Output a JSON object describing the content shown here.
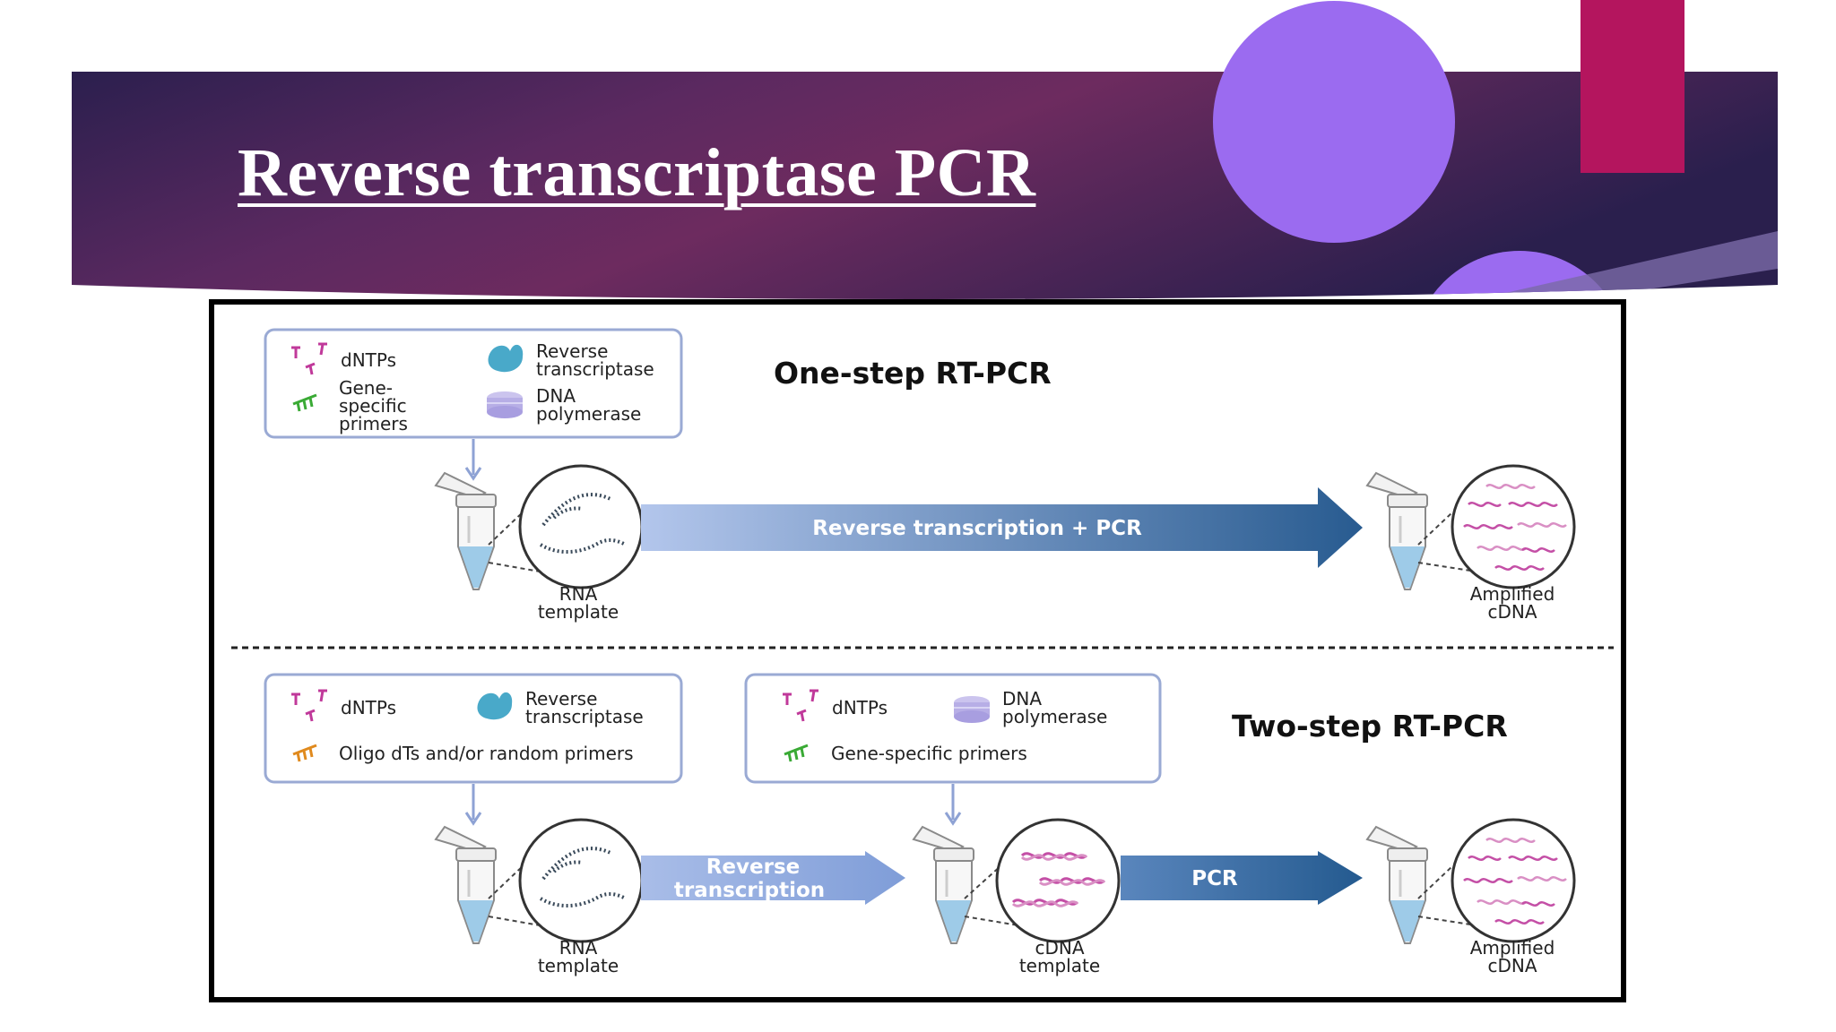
{
  "slide": {
    "title": "Reverse transcriptase PCR",
    "colors": {
      "banner_dark": "#2a1f4a",
      "banner_mid": "#6a2a62",
      "circle": "#9b6bf0",
      "accent_bar": "#b4155e"
    }
  },
  "diagram": {
    "one_step": {
      "heading": "One-step RT-PCR",
      "reagents": {
        "dntps": "dNTPs",
        "primers_lines": [
          "Gene-",
          "specific",
          "primers"
        ],
        "rt_lines": [
          "Reverse",
          "transcriptase"
        ],
        "pol_lines": [
          "DNA",
          "polymerase"
        ]
      },
      "arrow_label": "Reverse transcription + PCR",
      "start_label": [
        "RNA",
        "template"
      ],
      "end_label": [
        "Amplified",
        "cDNA"
      ]
    },
    "two_step": {
      "heading": "Two-step RT-PCR",
      "reagents_rt": {
        "dntps": "dNTPs",
        "rt_lines": [
          "Reverse",
          "transcriptase"
        ],
        "primers": "Oligo dTs and/or random primers"
      },
      "reagents_pcr": {
        "dntps": "dNTPs",
        "pol_lines": [
          "DNA",
          "polymerase"
        ],
        "primers": "Gene-specific primers"
      },
      "arrow1_label": [
        "Reverse",
        "transcription"
      ],
      "arrow2_label": "PCR",
      "start_label": [
        "RNA",
        "template"
      ],
      "mid_label": [
        "cDNA",
        "template"
      ],
      "end_label": [
        "Amplified",
        "cDNA"
      ]
    },
    "colors": {
      "dntp": "#c0399a",
      "gene_primer": "#3aaa35",
      "oligo_primer": "#e08a1e",
      "rt_enzyme": "#49a9c9",
      "polymerase": "#b7aee6",
      "arrow_light": "#a9bde6",
      "arrow_dark": "#2b5f93",
      "box_border": "#9aaad4",
      "tube_liquid": "#9ecbe8"
    }
  }
}
